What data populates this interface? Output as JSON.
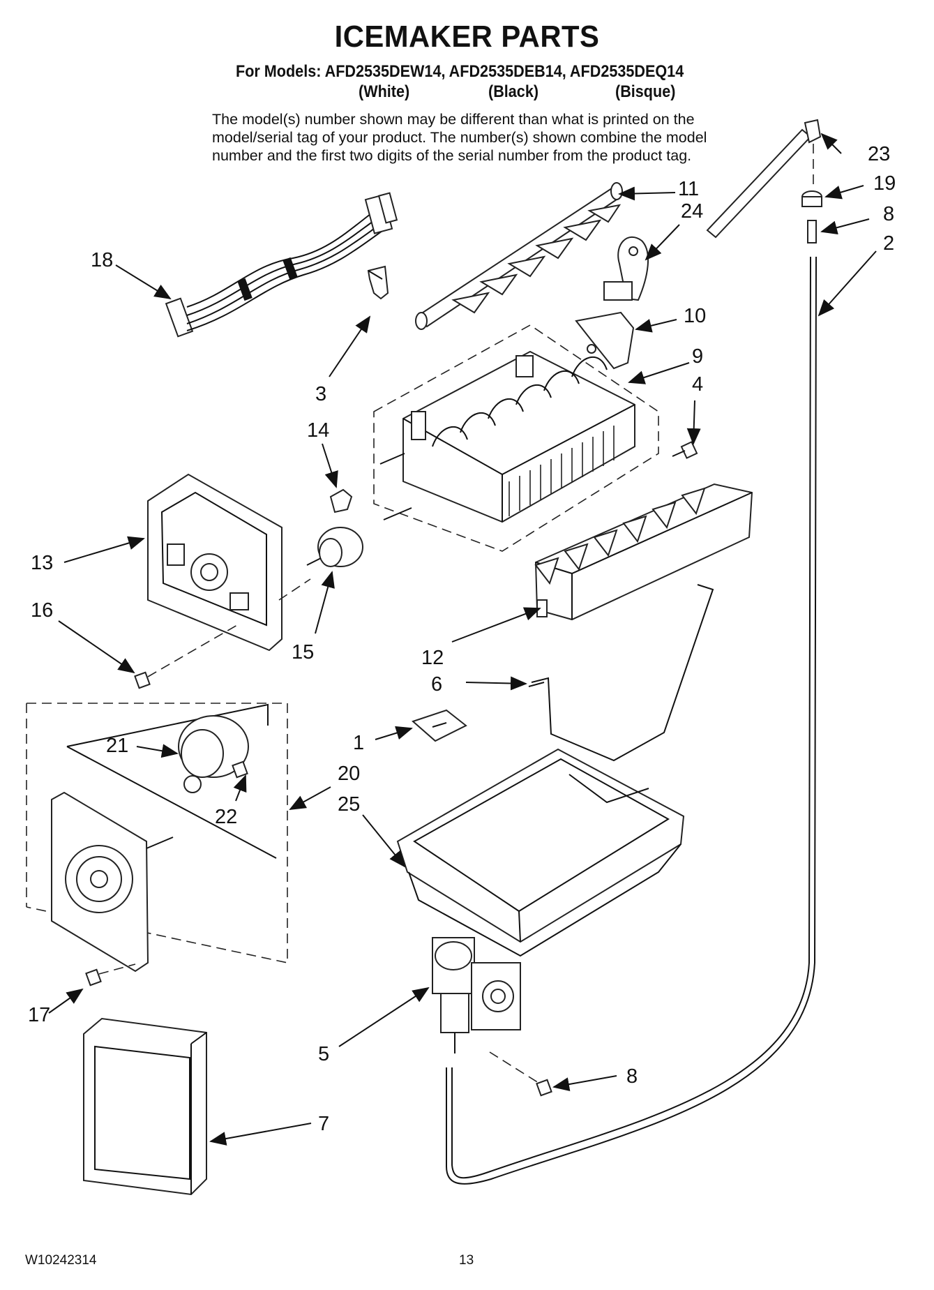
{
  "header": {
    "title": "ICEMAKER PARTS",
    "models_line": "For Models: AFD2535DEW14, AFD2535DEB14, AFD2535DEQ14",
    "variant_white": "(White)",
    "variant_black": "(Black)",
    "variant_bisque": "(Bisque)"
  },
  "note": {
    "line1": "The model(s) number shown may be different than what is printed on the",
    "line2": "model/serial tag of your product. The number(s) shown combine the model",
    "line3": "number and the first two digits of the serial number from the product tag."
  },
  "callouts": {
    "c1": "1",
    "c2": "2",
    "c3": "3",
    "c4": "4",
    "c5": "5",
    "c6": "6",
    "c7": "7",
    "c8": "8",
    "c8b": "8",
    "c9": "9",
    "c10": "10",
    "c11": "11",
    "c12": "12",
    "c13": "13",
    "c14": "14",
    "c15": "15",
    "c16": "16",
    "c17": "17",
    "c18": "18",
    "c19": "19",
    "c20": "20",
    "c21": "21",
    "c22": "22",
    "c23": "23",
    "c24": "24",
    "c25": "25"
  },
  "footer": {
    "doc_number": "W10242314",
    "page_number": "13"
  }
}
